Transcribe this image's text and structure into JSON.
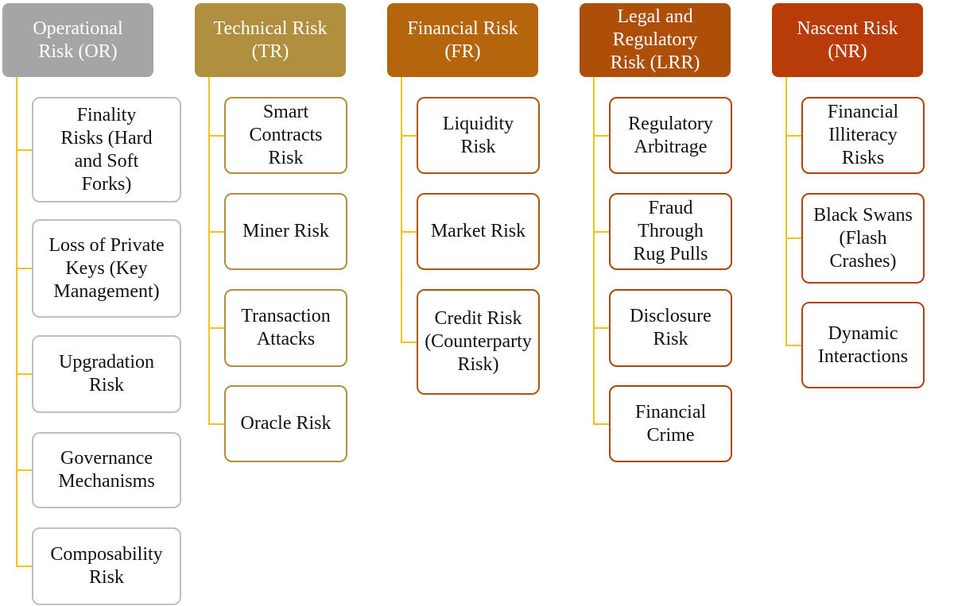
{
  "diagram": {
    "connector_color": "#f2c21b",
    "columns": [
      {
        "header": "Operational\nRisk (OR)",
        "header_color": "#a5a5a5",
        "border_color": "#bfbfbf",
        "children": [
          "Finality\nRisks (Hard\nand Soft\nForks)",
          "Loss of Private\nKeys (Key\nManagement)",
          "Upgradation\nRisk",
          "Governance\nMechanisms",
          "Composability\nRisk"
        ]
      },
      {
        "header": "Technical Risk\n(TR)",
        "header_color": "#b08f3f",
        "border_color": "#b08f3f",
        "children": [
          "Smart\nContracts\nRisk",
          "Miner Risk",
          "Transaction\nAttacks",
          "Oracle Risk"
        ]
      },
      {
        "header": "Financial Risk\n(FR)",
        "header_color": "#b5660d",
        "border_color": "#a8580f",
        "children": [
          "Liquidity\nRisk",
          "Market Risk",
          "Credit Risk\n(Counterparty\nRisk)"
        ]
      },
      {
        "header": "Legal and\nRegulatory\nRisk (LRR)",
        "header_color": "#ad4f09",
        "border_color": "#a8480c",
        "children": [
          "Regulatory\nArbitrage",
          "Fraud\nThrough\nRug Pulls",
          "Disclosure\nRisk",
          "Financial\nCrime"
        ]
      },
      {
        "header": "Nascent Risk\n(NR)",
        "header_color": "#b83c0a",
        "border_color": "#b4400f",
        "children": [
          "Financial\nIlliteracy\nRisks",
          "Black Swans\n(Flash\nCrashes)",
          "Dynamic\nInteractions"
        ]
      }
    ]
  }
}
